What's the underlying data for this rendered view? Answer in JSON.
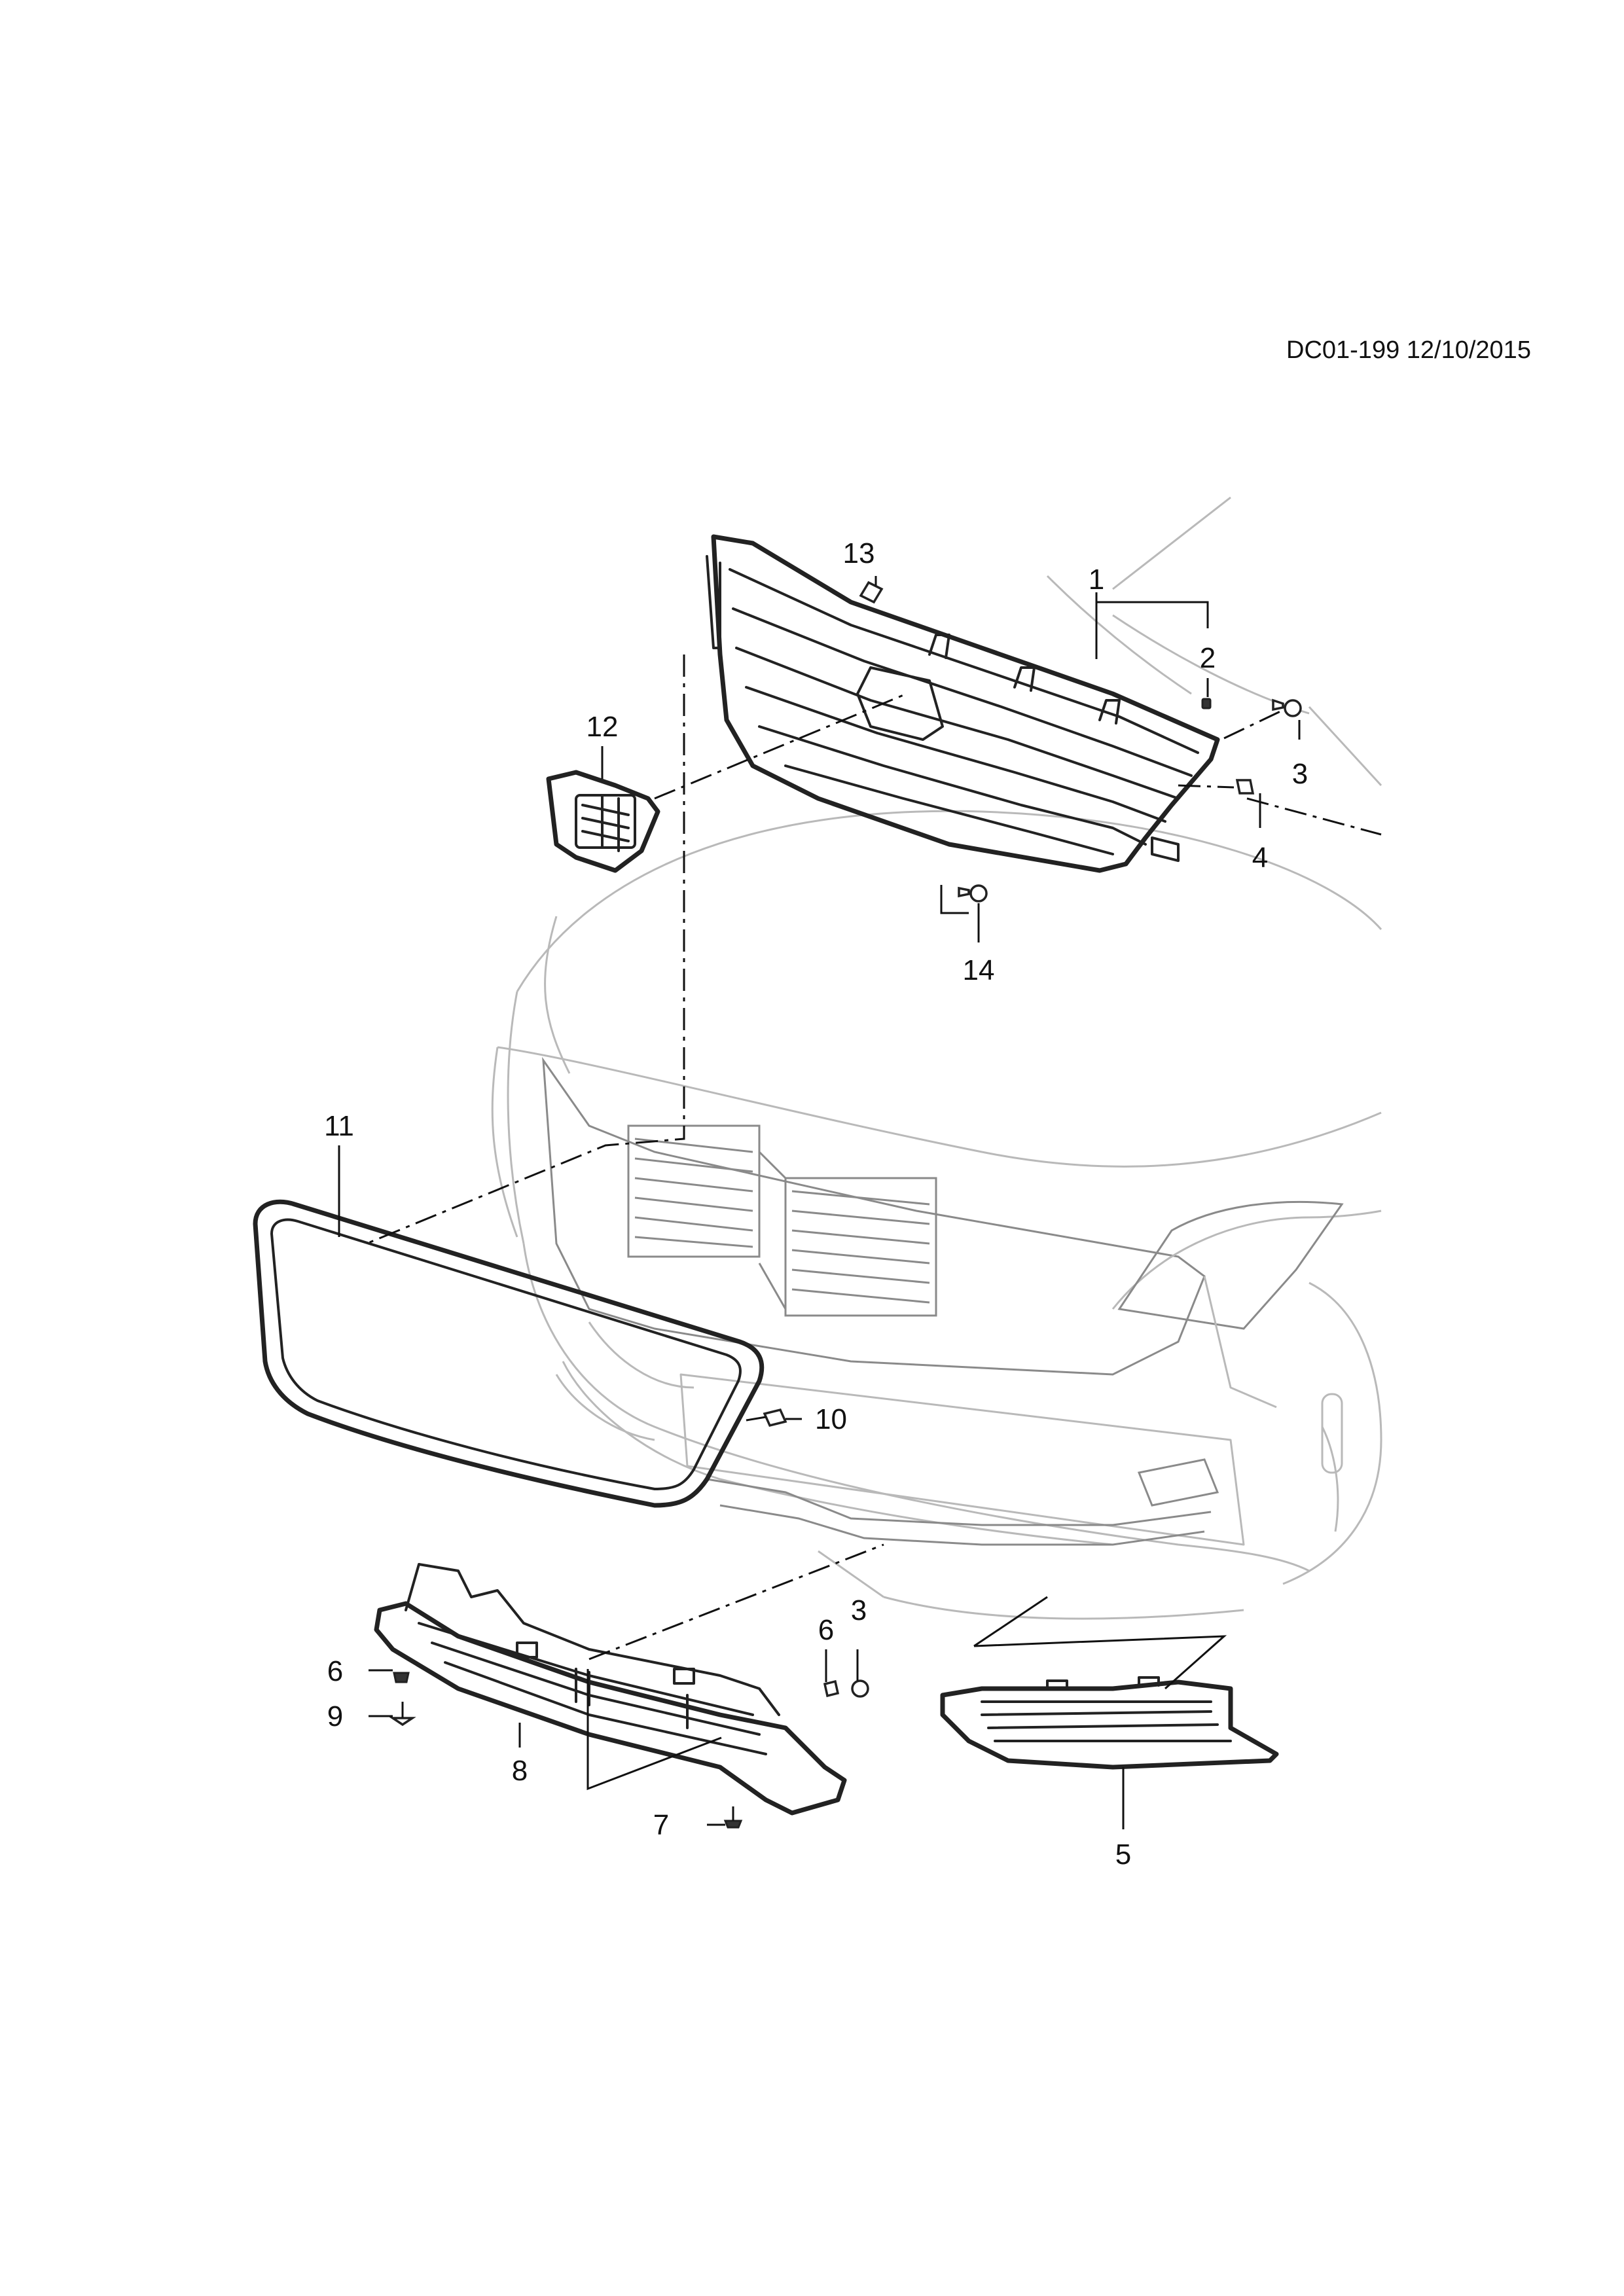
{
  "document_id": "DC01-199 12/10/2015",
  "callouts": {
    "c1": "1",
    "c2": "2",
    "c3_upper": "3",
    "c3_lower": "3",
    "c4": "4",
    "c5": "5",
    "c6_left": "6",
    "c6_right": "6",
    "c7": "7",
    "c8": "8",
    "c9": "9",
    "c10": "10",
    "c11": "11",
    "c12": "12",
    "c13": "13",
    "c14": "14"
  }
}
